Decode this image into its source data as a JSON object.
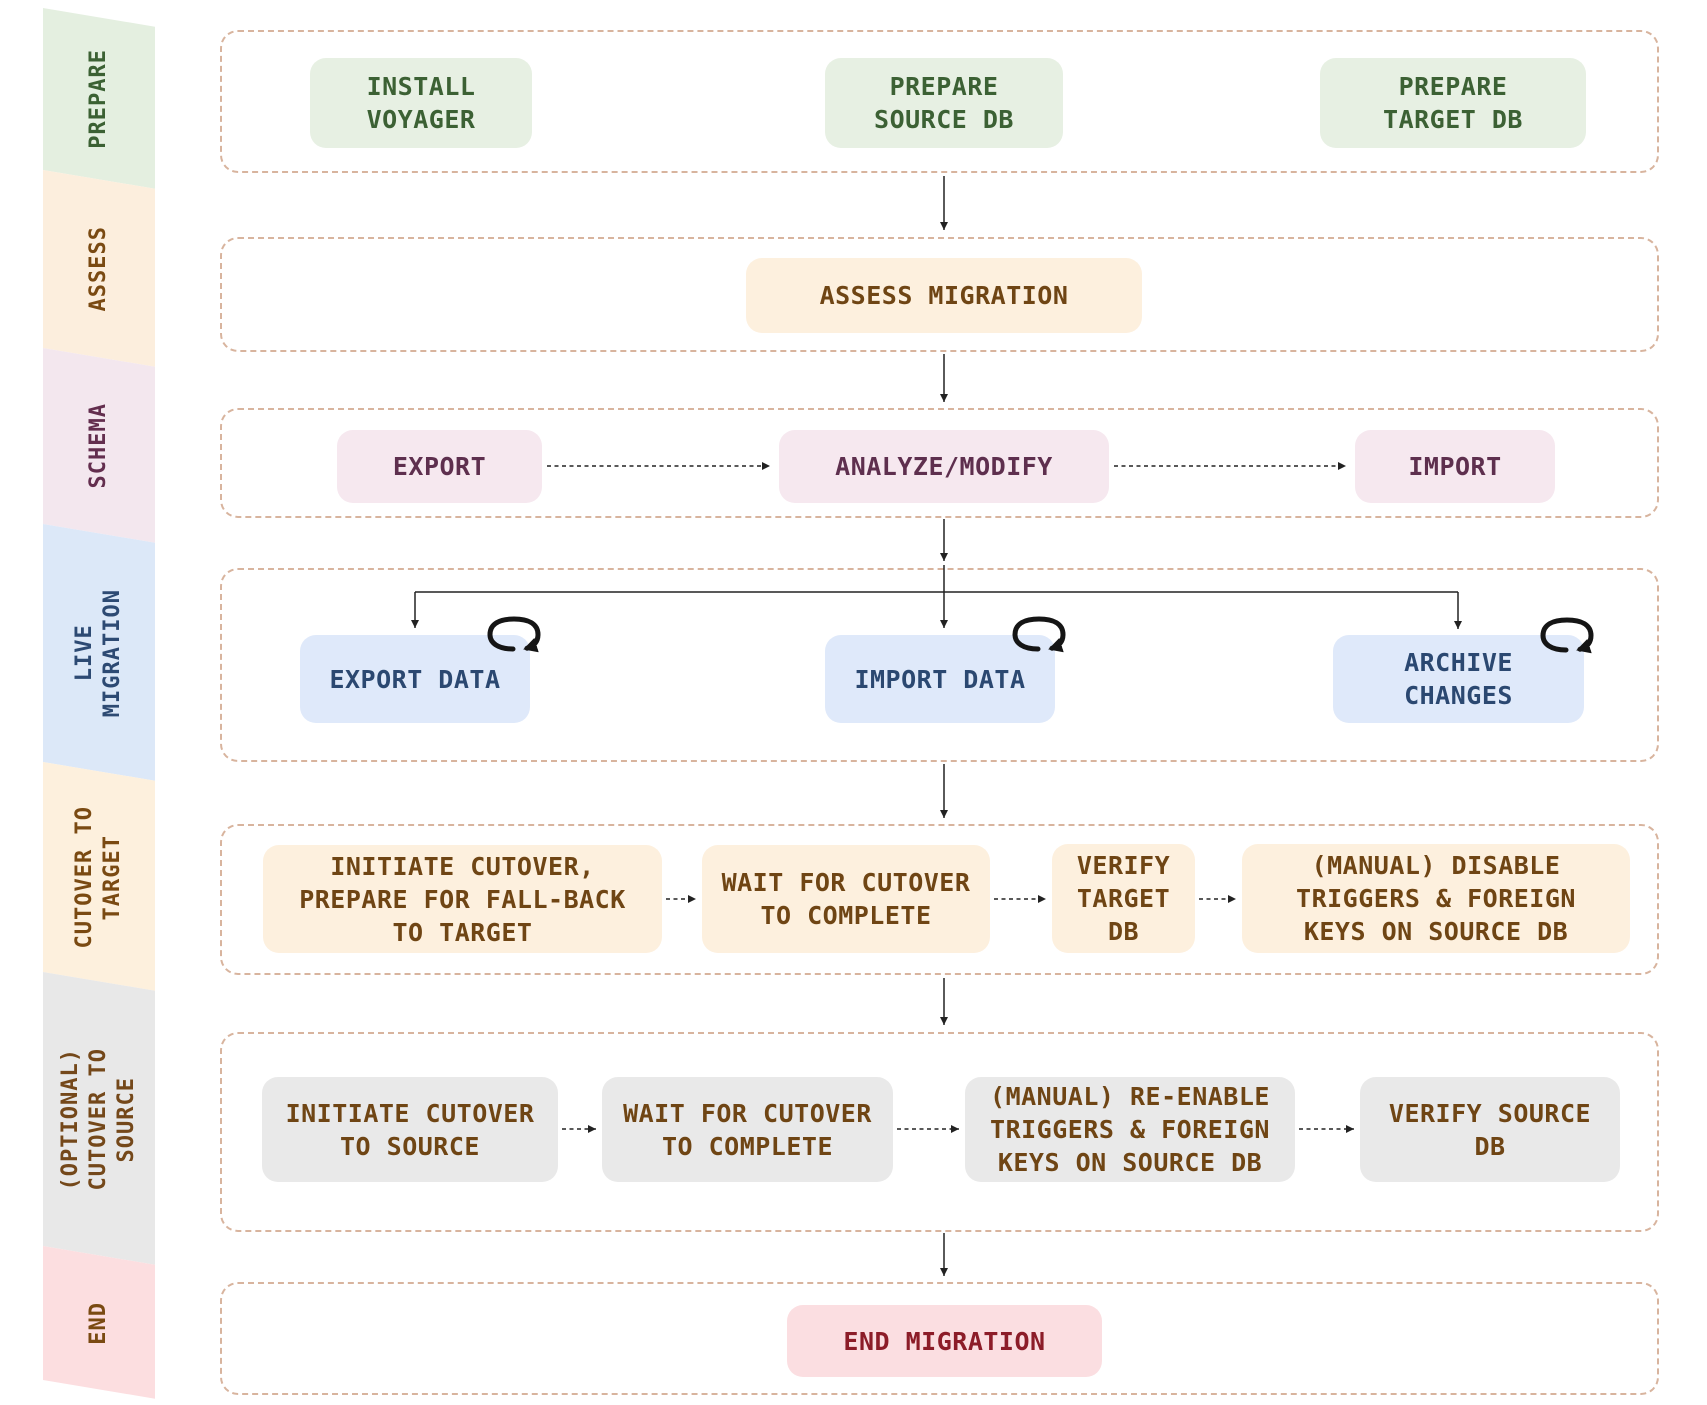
{
  "sidebar": {
    "segments": [
      {
        "id": "prepare",
        "label": "PREPARE",
        "bg": "#e4efe0",
        "text_color": "#3b6133"
      },
      {
        "id": "assess",
        "label": "ASSESS",
        "bg": "#fceedd",
        "text_color": "#7a4a12"
      },
      {
        "id": "schema",
        "label": "SCHEMA",
        "bg": "#f3e7ee",
        "text_color": "#632e4e"
      },
      {
        "id": "live-migration",
        "label": "LIVE\nMIGRATION",
        "bg": "#dce8f8",
        "text_color": "#2d4a73"
      },
      {
        "id": "cutover-to-target",
        "label": "CUTOVER TO\nTARGET",
        "bg": "#fdf0dd",
        "text_color": "#7a4a12"
      },
      {
        "id": "optional-cutover-to-source",
        "label": "(OPTIONAL)\nCUTOVER TO\nSOURCE",
        "bg": "#e8e8e8",
        "text_color": "#74481a"
      },
      {
        "id": "end",
        "label": "END",
        "bg": "#fcdee0",
        "text_color": "#7a4a12"
      }
    ]
  },
  "stages": [
    {
      "name": "prepare",
      "boxes": [
        {
          "label": "INSTALL\nVOYAGER"
        },
        {
          "label": "PREPARE\nSOURCE DB"
        },
        {
          "label": "PREPARE\nTARGET DB"
        }
      ]
    },
    {
      "name": "assess",
      "boxes": [
        {
          "label": "ASSESS MIGRATION"
        }
      ]
    },
    {
      "name": "schema",
      "boxes": [
        {
          "label": "EXPORT"
        },
        {
          "label": "ANALYZE/MODIFY"
        },
        {
          "label": "IMPORT"
        }
      ]
    },
    {
      "name": "live-migration",
      "boxes": [
        {
          "label": "EXPORT DATA",
          "icon": "loop-repeat-icon"
        },
        {
          "label": "IMPORT DATA",
          "icon": "loop-repeat-icon"
        },
        {
          "label": "ARCHIVE\nCHANGES",
          "icon": "loop-repeat-icon"
        }
      ]
    },
    {
      "name": "cutover-to-target",
      "boxes": [
        {
          "label": "INITIATE CUTOVER,\nPREPARE FOR FALL-BACK\nTO TARGET"
        },
        {
          "label": "WAIT FOR CUTOVER\nTO COMPLETE"
        },
        {
          "label": "VERIFY\nTARGET\nDB"
        },
        {
          "label": "(MANUAL) DISABLE\nTRIGGERS & FOREIGN\nKEYS ON SOURCE DB"
        }
      ]
    },
    {
      "name": "optional-cutover-to-source",
      "boxes": [
        {
          "label": "INITIATE CUTOVER\nTO SOURCE"
        },
        {
          "label": "WAIT FOR CUTOVER\nTO COMPLETE"
        },
        {
          "label": "(MANUAL) RE-ENABLE\nTRIGGERS & FOREIGN\nKEYS ON SOURCE DB"
        },
        {
          "label": "VERIFY SOURCE\nDB"
        }
      ]
    },
    {
      "name": "end",
      "boxes": [
        {
          "label": "END MIGRATION"
        }
      ]
    }
  ],
  "icons": {
    "loop": "loop-repeat-icon"
  },
  "colors": {
    "background": "#ffffff",
    "container_border": "#d8b49e",
    "connector": "#222222",
    "prepare_box_bg": "#e7f0e3",
    "prepare_box_text": "#3c6134",
    "assess_box_bg": "#fdf0de",
    "assess_box_text": "#6f4514",
    "schema_box_bg": "#f6e8ef",
    "schema_box_text": "#5e2f4e",
    "live_box_bg": "#dfe9fa",
    "live_box_text": "#2b4871",
    "optional_box_bg": "#e9e9e9",
    "end_box_bg": "#fbdee1",
    "end_box_text": "#8c1c28"
  }
}
